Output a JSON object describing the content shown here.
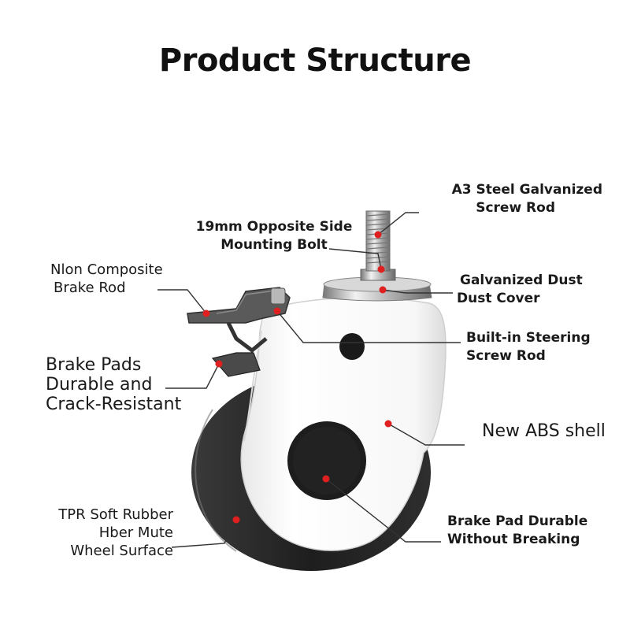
{
  "title": "Product Structure",
  "labels": {
    "screw_rod": [
      "A3 Steel Galvanized",
      "Screw Rod"
    ],
    "mounting_bolt": [
      "19mm Opposite Side",
      "Mounting Bolt"
    ],
    "brake_rod": [
      "Nlon Composite",
      "Brake Rod"
    ],
    "dust_cover": [
      "Galvanized Dust",
      "Dust Cover"
    ],
    "steering_rod": [
      "Built-in Steering",
      "Screw Rod"
    ],
    "brake_pads": [
      "Brake Pads",
      "Durable and",
      "Crack-Resistant"
    ],
    "abs_shell": [
      "New ABS shell"
    ],
    "rubber": [
      "TPR Soft Rubber",
      "Hber Mute",
      "Wheel Surface"
    ],
    "brake_pad_durable": [
      "Brake Pad Durable",
      "Without Breaking"
    ]
  },
  "colors": {
    "marker": "#e02020",
    "leader": "#333333",
    "tire": "#262626",
    "shell": "#ffffff",
    "hub": "#1a1a1a"
  }
}
